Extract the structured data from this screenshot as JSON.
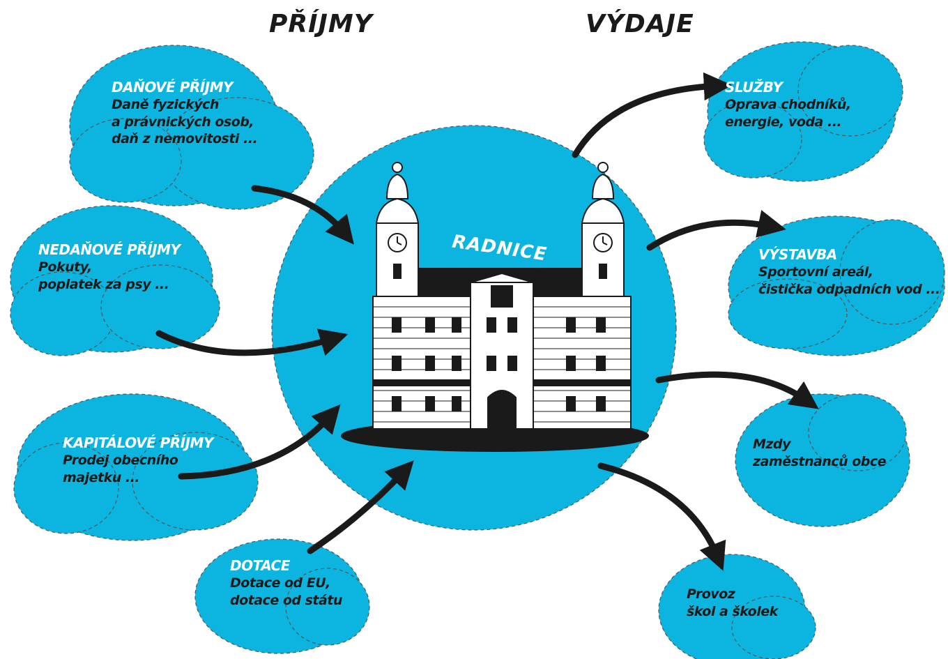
{
  "headers": {
    "income": "PŘÍJMY",
    "expenses": "VÝDAJE"
  },
  "center": {
    "label": "RADNICE"
  },
  "income_items": [
    {
      "title": "DAŇOVÉ PŘÍJMY",
      "lines": [
        "Daně fyzických",
        "a právnických osob,",
        "daň z nemovitosti ..."
      ]
    },
    {
      "title": "NEDAŇOVÉ PŘÍJMY",
      "lines": [
        "Pokuty,",
        "poplatek za psy ..."
      ]
    },
    {
      "title": "KAPITÁLOVÉ PŘÍJMY",
      "lines": [
        "Prodej obecního",
        "majetku ..."
      ]
    },
    {
      "title": "DOTACE",
      "lines": [
        "Dotace od EU,",
        "dotace od státu"
      ]
    }
  ],
  "expense_items": [
    {
      "title": "SLUŽBY",
      "lines": [
        "Oprava chodníků,",
        "energie, voda ..."
      ]
    },
    {
      "title": "VÝSTAVBA",
      "lines": [
        "Sportovní areál,",
        "čistička odpadních vod ..."
      ]
    },
    {
      "title": "",
      "lines": [
        "Mzdy",
        "zaměstnanců obce"
      ]
    },
    {
      "title": "",
      "lines": [
        "Provoz",
        "škol a školek"
      ]
    }
  ],
  "colors": {
    "cloud": "#0cb4e0",
    "ink": "#1a1a1a",
    "building": "#ffffff"
  }
}
